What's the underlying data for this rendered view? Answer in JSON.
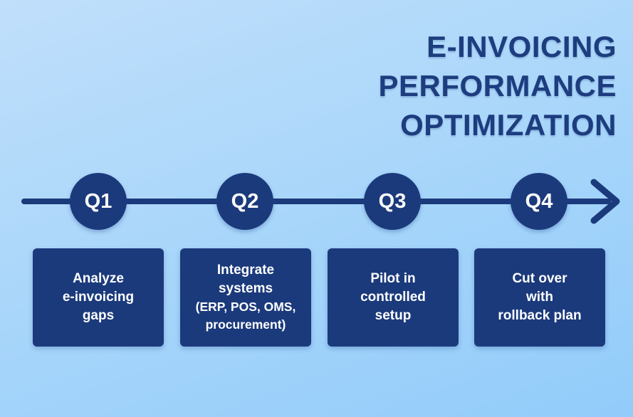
{
  "title": {
    "text": "E-INVOICING\nPERFORMANCE\nOPTIMIZATION"
  },
  "colors": {
    "navy": "#1b3a7c",
    "title_navy": "#1d3d7f",
    "background_top": "#c0dffb",
    "background_bottom": "#92ccfa",
    "text_on_navy": "#ffffff"
  },
  "timeline": {
    "direction": "left-to-right",
    "arrow_icon": "arrow-right"
  },
  "quarters": [
    {
      "label": "Q1",
      "task": "Analyze\ne-invoicing\ngaps"
    },
    {
      "label": "Q2",
      "task": "Integrate\nsystems",
      "task_detail": "(ERP, POS, OMS,\nprocurement)"
    },
    {
      "label": "Q3",
      "task": "Pilot in\ncontrolled\nsetup"
    },
    {
      "label": "Q4",
      "task": "Cut over\nwith\nrollback plan"
    }
  ]
}
